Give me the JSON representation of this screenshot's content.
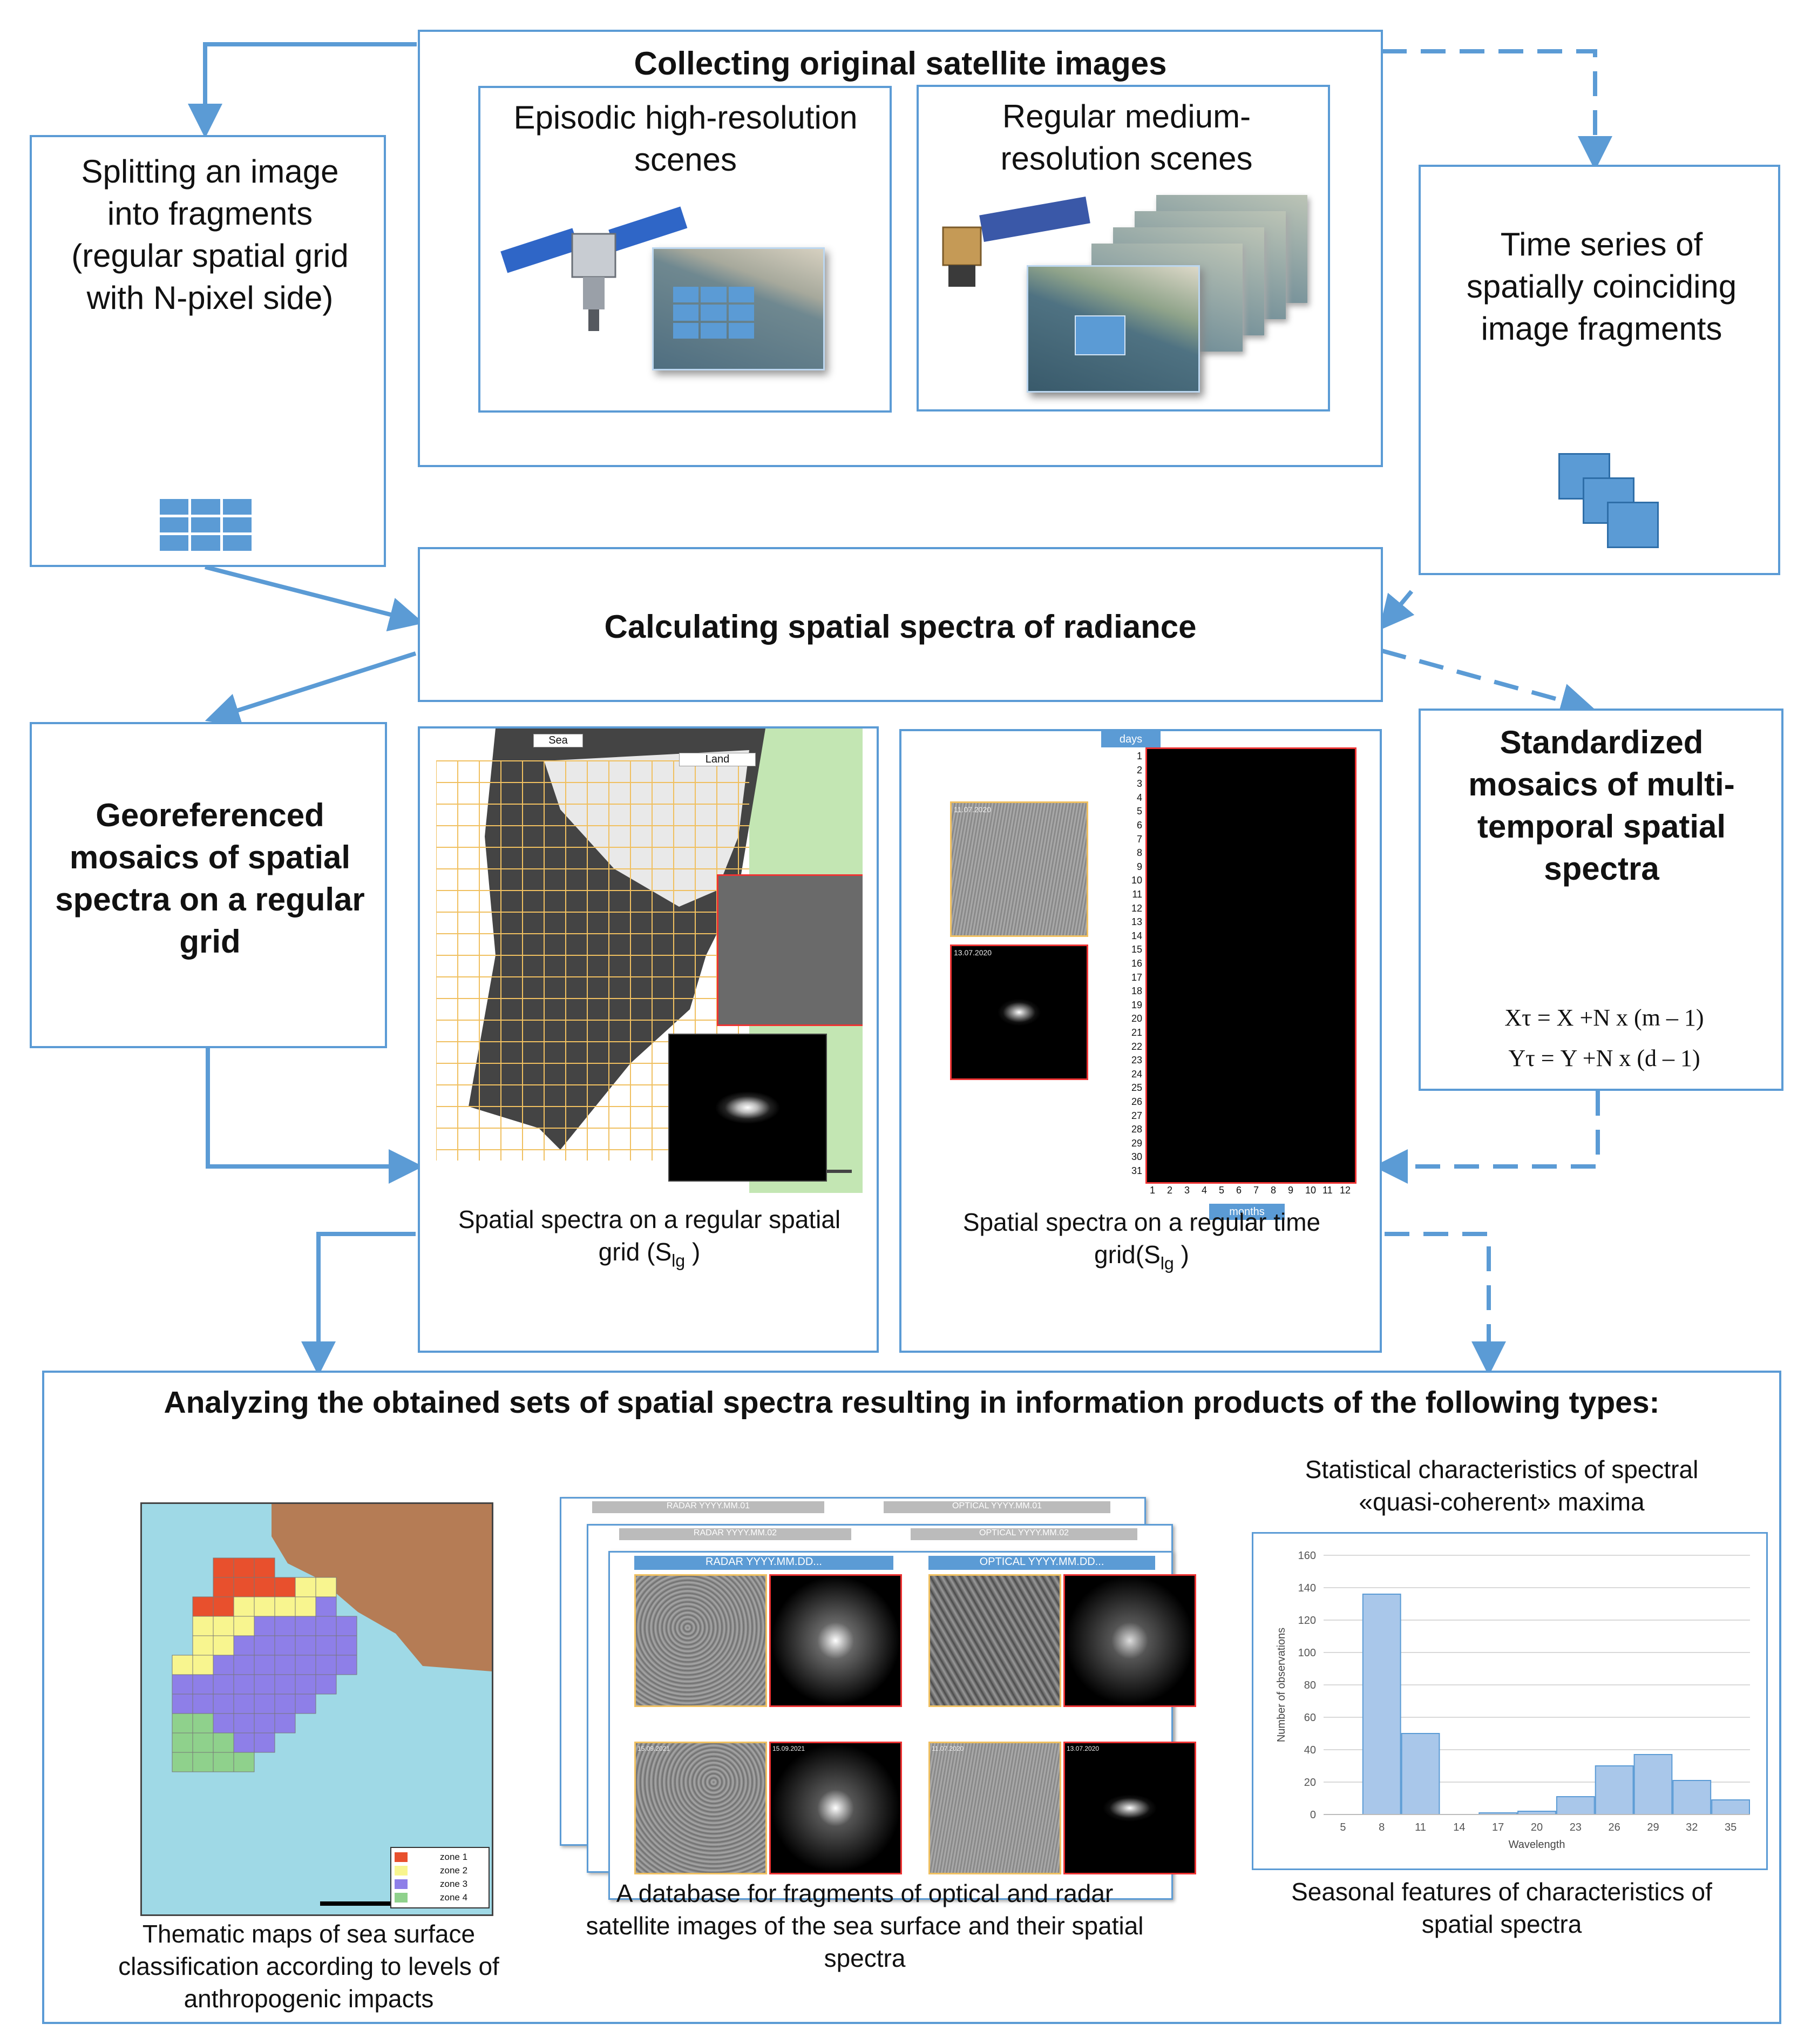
{
  "collect": {
    "title": "Collecting original satellite images",
    "episodic": "Episodic high-resolution scenes",
    "regular": "Regular medium-resolution scenes"
  },
  "split": {
    "label": "Splitting an image into fragments (regular spatial grid with N-pixel side)"
  },
  "timeseries": {
    "label": "Time series of spatially coinciding image fragments"
  },
  "calc": {
    "label": "Calculating spatial spectra of radiance"
  },
  "georef": {
    "label": "Georeferenced mosaics of spatial spectra on a regular grid"
  },
  "standard": {
    "label": "Standardized mosaics of multi-temporal spatial spectra",
    "formula1": "Xτ = X +N x (m – 1)",
    "formula2": "Yτ = Y +N x (d – 1)"
  },
  "spatial_panel": {
    "sea": "Sea",
    "land": "Land",
    "caption_pre": "Spatial spectra on a regular spatial grid (S",
    "caption_sub": "lg",
    "caption_post": " )"
  },
  "time_panel": {
    "days": "days",
    "months": "months",
    "date1": "11.07.2020",
    "date2": "13.07.2020",
    "day_labels": [
      "1",
      "2",
      "3",
      "4",
      "5",
      "6",
      "7",
      "8",
      "9",
      "10",
      "11",
      "12",
      "13",
      "14",
      "15",
      "16",
      "17",
      "18",
      "19",
      "20",
      "21",
      "22",
      "23",
      "24",
      "25",
      "26",
      "27",
      "28",
      "29",
      "30",
      "31"
    ],
    "month_labels": [
      "1",
      "2",
      "3",
      "4",
      "5",
      "6",
      "7",
      "8",
      "9",
      "10",
      "11",
      "12"
    ],
    "caption_pre": "Spatial spectra on a regular time grid(S",
    "caption_sub": "lg",
    "caption_post": " )"
  },
  "analyze": {
    "title": "Analyzing the obtained sets of spatial spectra resulting in information products of the following types:"
  },
  "thematic": {
    "caption": "Thematic maps of sea surface classification according to levels of anthropogenic impacts",
    "legend": [
      "zone 1",
      "zone 2",
      "zone 3",
      "zone 4"
    ],
    "colors": [
      "#e8502d",
      "#f8f58f",
      "#8e7fe8",
      "#8fd18c"
    ]
  },
  "database": {
    "caption": "A database for fragments of optical and radar satellite images of the sea surface and their spatial spectra",
    "sheet_titles": [
      "RADAR YYYY.MM.01",
      "OPTICAL YYYY.MM.01",
      "RADAR YYYY.MM.02",
      "OPTICAL YYYY.MM.02",
      "RADAR YYYY.MM.DD...",
      "OPTICAL YYYY.MM.DD..."
    ],
    "dates": [
      "15.09.2021",
      "15.09.2021",
      "11.07.2020",
      "13.07.2020"
    ]
  },
  "stats": {
    "caption_top": "Statistical characteristics of spectral «quasi-coherent» maxima",
    "caption_bottom": "Seasonal features of characteristics of spatial spectra"
  },
  "chart_data": {
    "type": "bar",
    "categories": [
      "5",
      "8",
      "11",
      "14",
      "17",
      "20",
      "23",
      "26",
      "29",
      "32",
      "35"
    ],
    "values": [
      0,
      136,
      50,
      0,
      1,
      2,
      11,
      30,
      37,
      21,
      9
    ],
    "xlabel": "Wavelength",
    "ylabel": "Number of observations",
    "yticks": [
      "0",
      "20",
      "40",
      "60",
      "80",
      "100",
      "120",
      "140",
      "160"
    ],
    "ylim": [
      0,
      160
    ],
    "grid": true,
    "bar_color": "#a9c7ea"
  }
}
